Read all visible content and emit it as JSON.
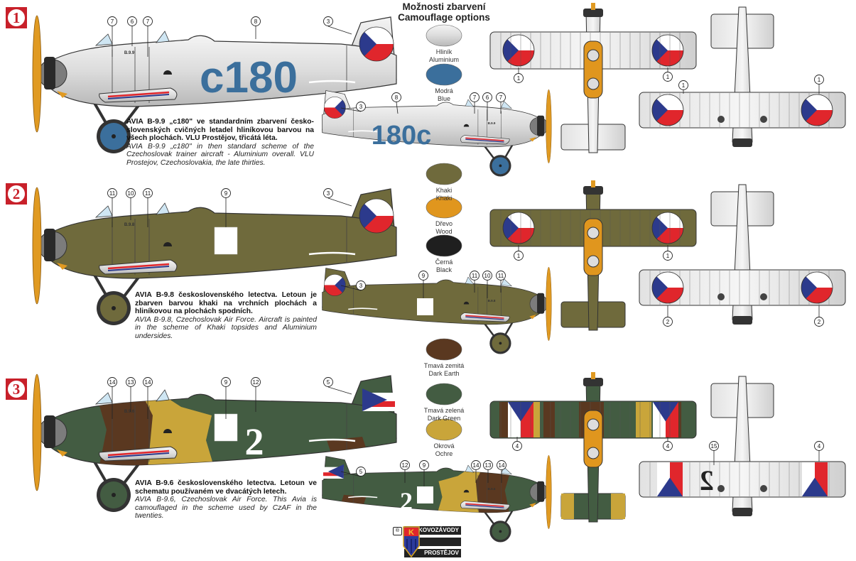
{
  "palette": {
    "title_cs": "Možnosti zbarvení",
    "title_en": "Camouflage options",
    "swatches": [
      {
        "cs": "Hliník",
        "en": "Aluminium",
        "color": "#d8d8d8"
      },
      {
        "cs": "Modrá",
        "en": "Blue",
        "color": "#3b6f9c"
      },
      {
        "cs": "Khaki",
        "en": "Khaki",
        "color": "#6f6a3c"
      },
      {
        "cs": "Dřevo",
        "en": "Wood",
        "color": "#e0961e"
      },
      {
        "cs": "Černá",
        "en": "Black",
        "color": "#1f1f1f"
      },
      {
        "cs": "Tmavá zemitá",
        "en": "Dark Earth",
        "color": "#5a3820"
      },
      {
        "cs": "Tmavá zelená",
        "en": "Dark Green",
        "color": "#435c42"
      },
      {
        "cs": "Okrová",
        "en": "Ochre",
        "color": "#c9a53a"
      }
    ]
  },
  "rows": [
    {
      "badge": "1",
      "caption_cs": "AVIA B-9.9 „c180\" ve standardním zbarvení česko-slovenských cvičných letadel hliníkovou barvou na všech plochách. VLU Prostějov, třicátá léta.",
      "caption_en": "AVIA B-9.9 „c180\" in then standard scheme of the Czechoslovak trainer aircraft - Aluminium overall. VLU Prostejov, Czechoslovakia, the late thirties.",
      "registration_big": "c180",
      "registration_small": "180c",
      "serial": "B.9.9",
      "scheme": "aluminium",
      "callouts": {
        "big": [
          "7",
          "6",
          "7",
          "8",
          "3"
        ],
        "small": [
          "8",
          "3",
          "7",
          "6",
          "7"
        ],
        "top": [
          "1",
          "1"
        ],
        "bottom": [
          "1",
          "1"
        ]
      }
    },
    {
      "badge": "2",
      "caption_cs": "AVIA B-9.8 československého letectva. Letoun je zbarven barvou khaki na vrchních plochách a hliníkovou na plochách spodních.",
      "caption_en": "AVIA B-9.8, Czechoslovak Air Force. Aircraft is painted in the scheme of Khaki topsides and Aluminium undersides.",
      "registration_big": "",
      "registration_small": "",
      "serial": "B.9.8",
      "scheme": "khaki",
      "callouts": {
        "big": [
          "11",
          "10",
          "11",
          "9",
          "3"
        ],
        "small": [
          "3",
          "9",
          "11",
          "10",
          "11"
        ],
        "top": [
          "1",
          "1"
        ],
        "bottom": [
          "2",
          "2"
        ]
      }
    },
    {
      "badge": "3",
      "caption_cs": "AVIA B-9.6 československého letectva. Letoun ve schematu používaném ve dvacátých letech.",
      "caption_en": "AVIA B-9.6, Czechoslovak Air Force. This Avia is camouflaged in the scheme used by CzAF in the twenties.",
      "registration_big": "2",
      "registration_small": "2",
      "serial": "B.9.6",
      "scheme": "camo",
      "callouts": {
        "big": [
          "14",
          "13",
          "14",
          "9",
          "12",
          "5"
        ],
        "small": [
          "5",
          "12",
          "9",
          "14",
          "13",
          "14"
        ],
        "top": [
          "4",
          "4"
        ],
        "bottom": [
          "15",
          "4"
        ]
      }
    }
  ],
  "logo": {
    "line1": "KOVOZÁVODY",
    "line2": "PROSTĚJOV",
    "mark": "K",
    "registered": "®"
  },
  "colors": {
    "red": "#e0262c",
    "blue": "#2c3a8c",
    "white": "#ffffff",
    "propeller": "#e09a22",
    "badge": "#c8202a"
  }
}
